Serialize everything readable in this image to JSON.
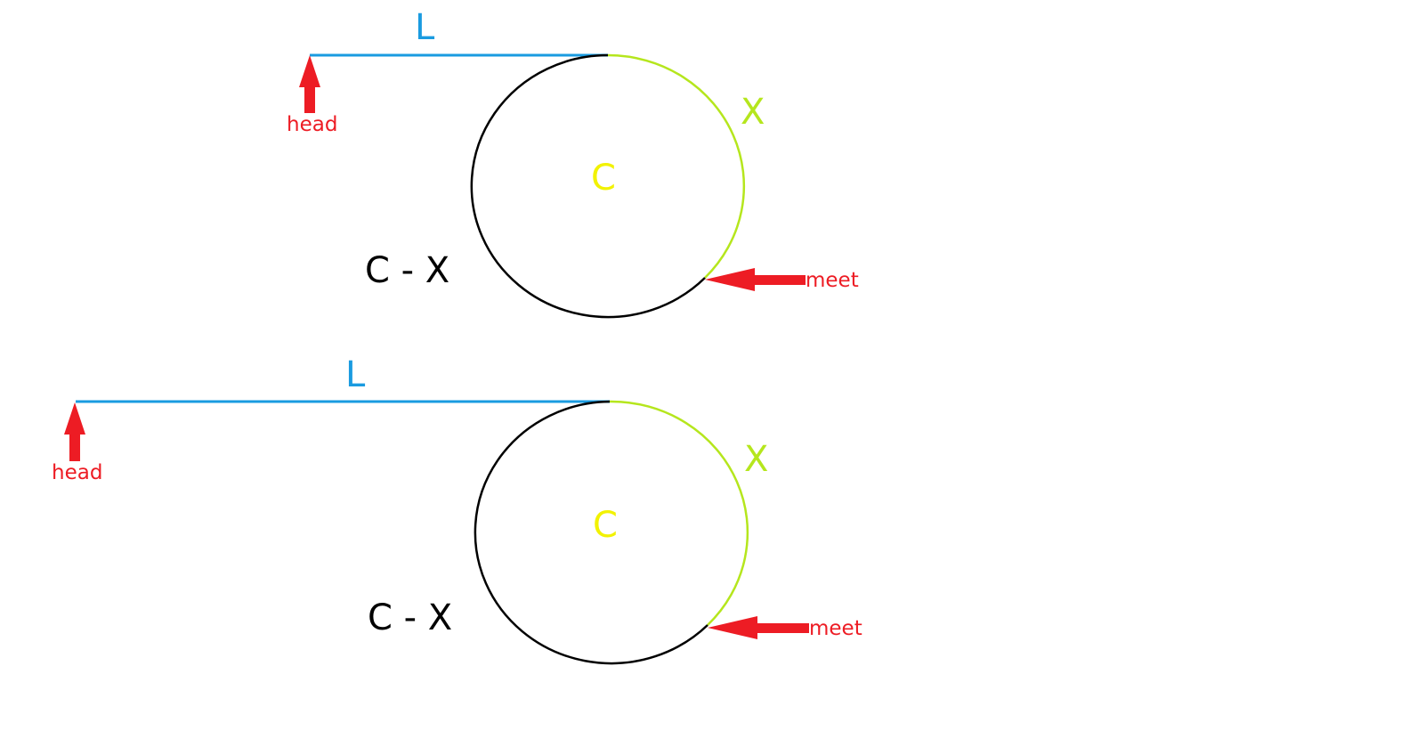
{
  "colors": {
    "tail_line": "#1a9be0",
    "arc_x": "#b5e61d",
    "arc_rest": "#000000",
    "label_c": "#f2f200",
    "arrow": "#ed1c24",
    "text_dark": "#000000"
  },
  "diagrams": [
    {
      "label_l": "L",
      "label_x": "X",
      "label_c": "C",
      "label_cx": "C - X",
      "head_label": "head",
      "meet_label": "meet"
    },
    {
      "label_l": "L",
      "label_x": "X",
      "label_c": "C",
      "label_cx": "C - X",
      "head_label": "head",
      "meet_label": "meet"
    }
  ]
}
